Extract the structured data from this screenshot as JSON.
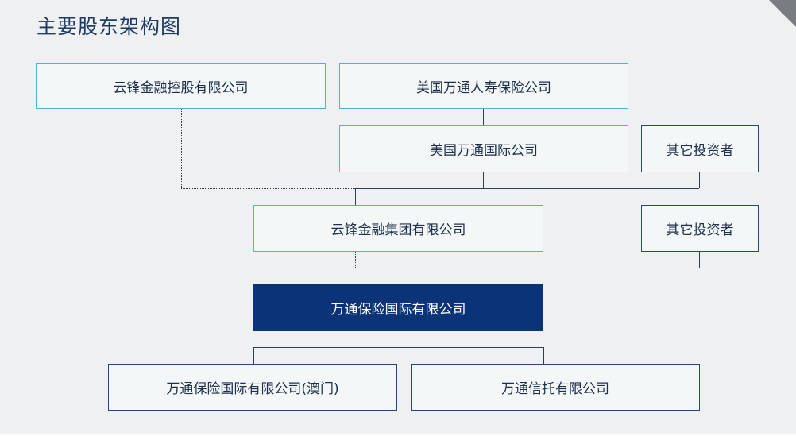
{
  "title": "主要股东架构图",
  "nodes": {
    "yunfeng_holdings": "云锋金融控股有限公司",
    "aia_life": "美国万通人寿保险公司",
    "aia_international": "美国万通国际公司",
    "other_investors_1": "其它投资者",
    "yunfeng_group": "云锋金融集团有限公司",
    "other_investors_2": "其它投资者",
    "wantong_insurance": "万通保险国际有限公司",
    "wantong_macau": "万通保险国际有限公司(澳门)",
    "wantong_trust": "万通信托有限公司"
  },
  "colors": {
    "highlight": "#0b3478",
    "cyan_border": "#4db6cf",
    "navy_border": "#2a4775",
    "background": "#eef0f1"
  }
}
